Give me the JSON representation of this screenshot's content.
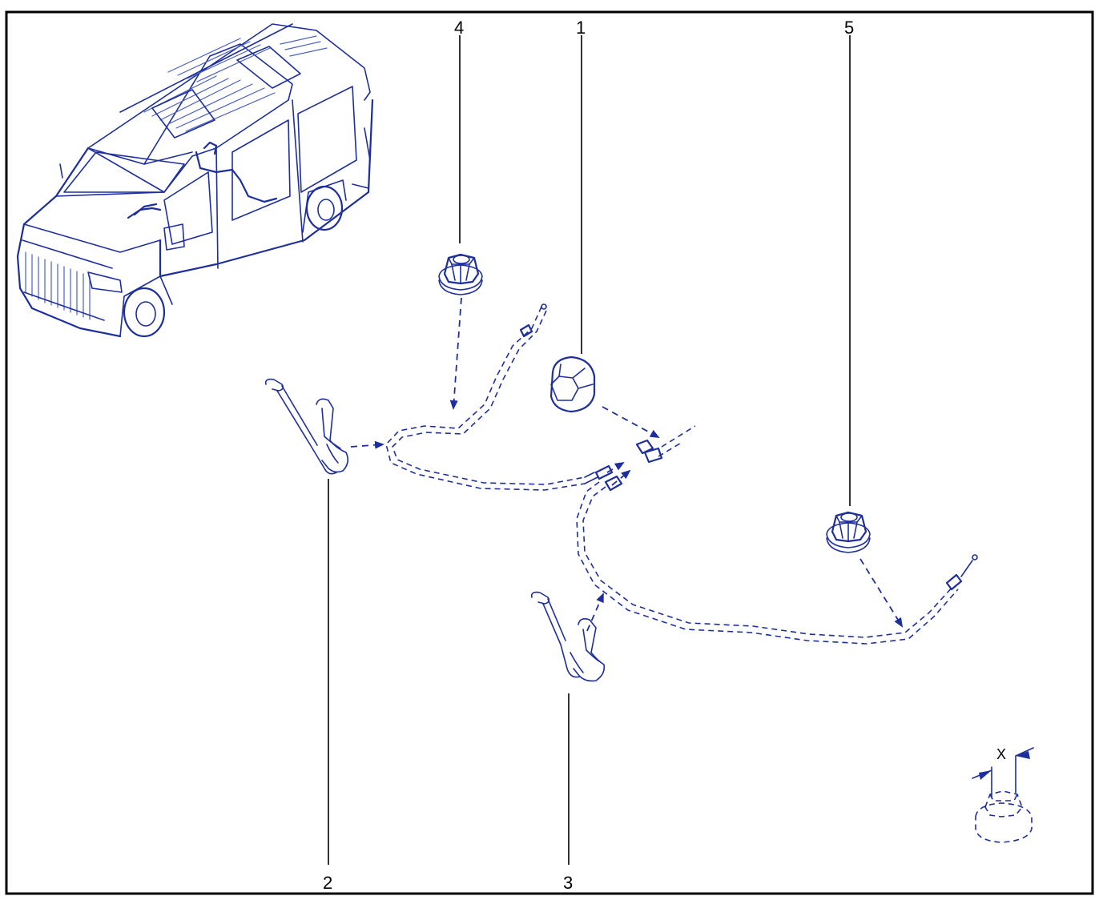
{
  "diagram": {
    "callouts": [
      {
        "id": "1",
        "label": "1"
      },
      {
        "id": "2",
        "label": "2"
      },
      {
        "id": "3",
        "label": "3"
      },
      {
        "id": "4",
        "label": "4"
      },
      {
        "id": "5",
        "label": "5"
      }
    ],
    "dimension_label": "X",
    "colors": {
      "line": "#1e2f9c",
      "leader": "#000000",
      "frame": "#000000",
      "background": "#ffffff"
    },
    "icons": [
      "van-illustration",
      "hex-nut",
      "cap-nut",
      "wire-clip",
      "sensor-cable",
      "connector"
    ]
  }
}
